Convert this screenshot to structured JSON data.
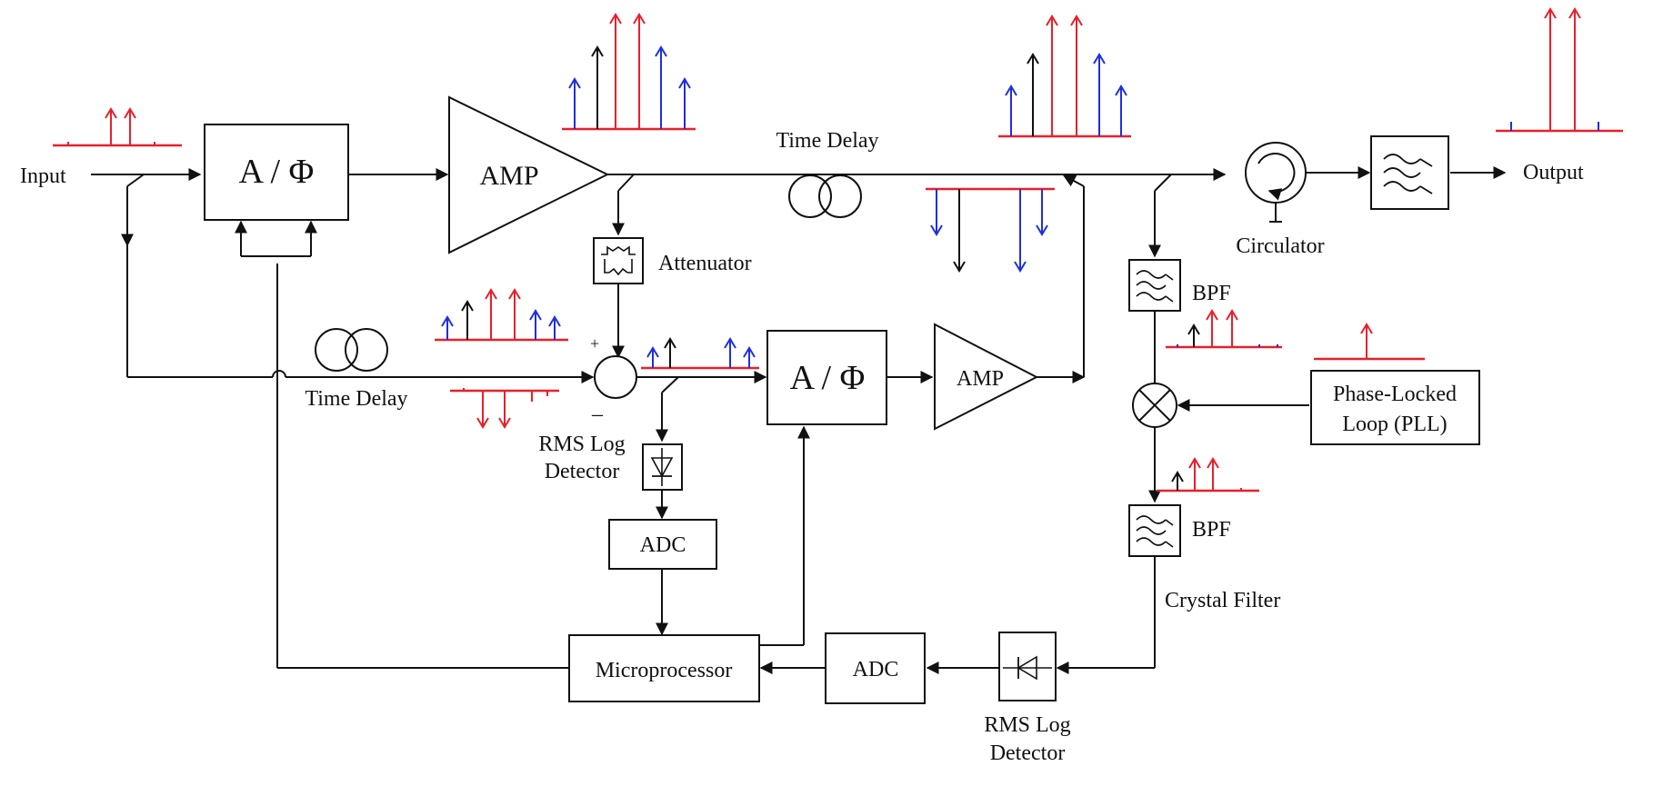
{
  "labels": {
    "input": "Input",
    "output": "Output",
    "vm1": "A / Φ",
    "vm2": "A / Φ",
    "amp1": "AMP",
    "amp2": "AMP",
    "time_delay_top": "Time Delay",
    "time_delay_bottom": "Time Delay",
    "attenuator": "Attenuator",
    "circulator": "Circulator",
    "bpf1": "BPF",
    "bpf2": "BPF",
    "crystal_filter": "Crystal Filter",
    "pll_line1": "Phase-Locked",
    "pll_line2": "Loop (PLL)",
    "rms1_line1": "RMS Log",
    "rms1_line2": "Detector",
    "rms2_line1": "RMS Log",
    "rms2_line2": "Detector",
    "adc1": "ADC",
    "adc2": "ADC",
    "microprocessor": "Microprocessor",
    "plus": "+",
    "minus": "–"
  },
  "colors": {
    "line": "#111111",
    "red": "#e8202a",
    "blue": "#1f2fe0",
    "black": "#111111"
  },
  "icons": [
    "time-delay-icon",
    "attenuator-icon",
    "summing-junction-icon",
    "circulator-icon",
    "filter-icon",
    "mixer-icon",
    "diode-icon"
  ]
}
